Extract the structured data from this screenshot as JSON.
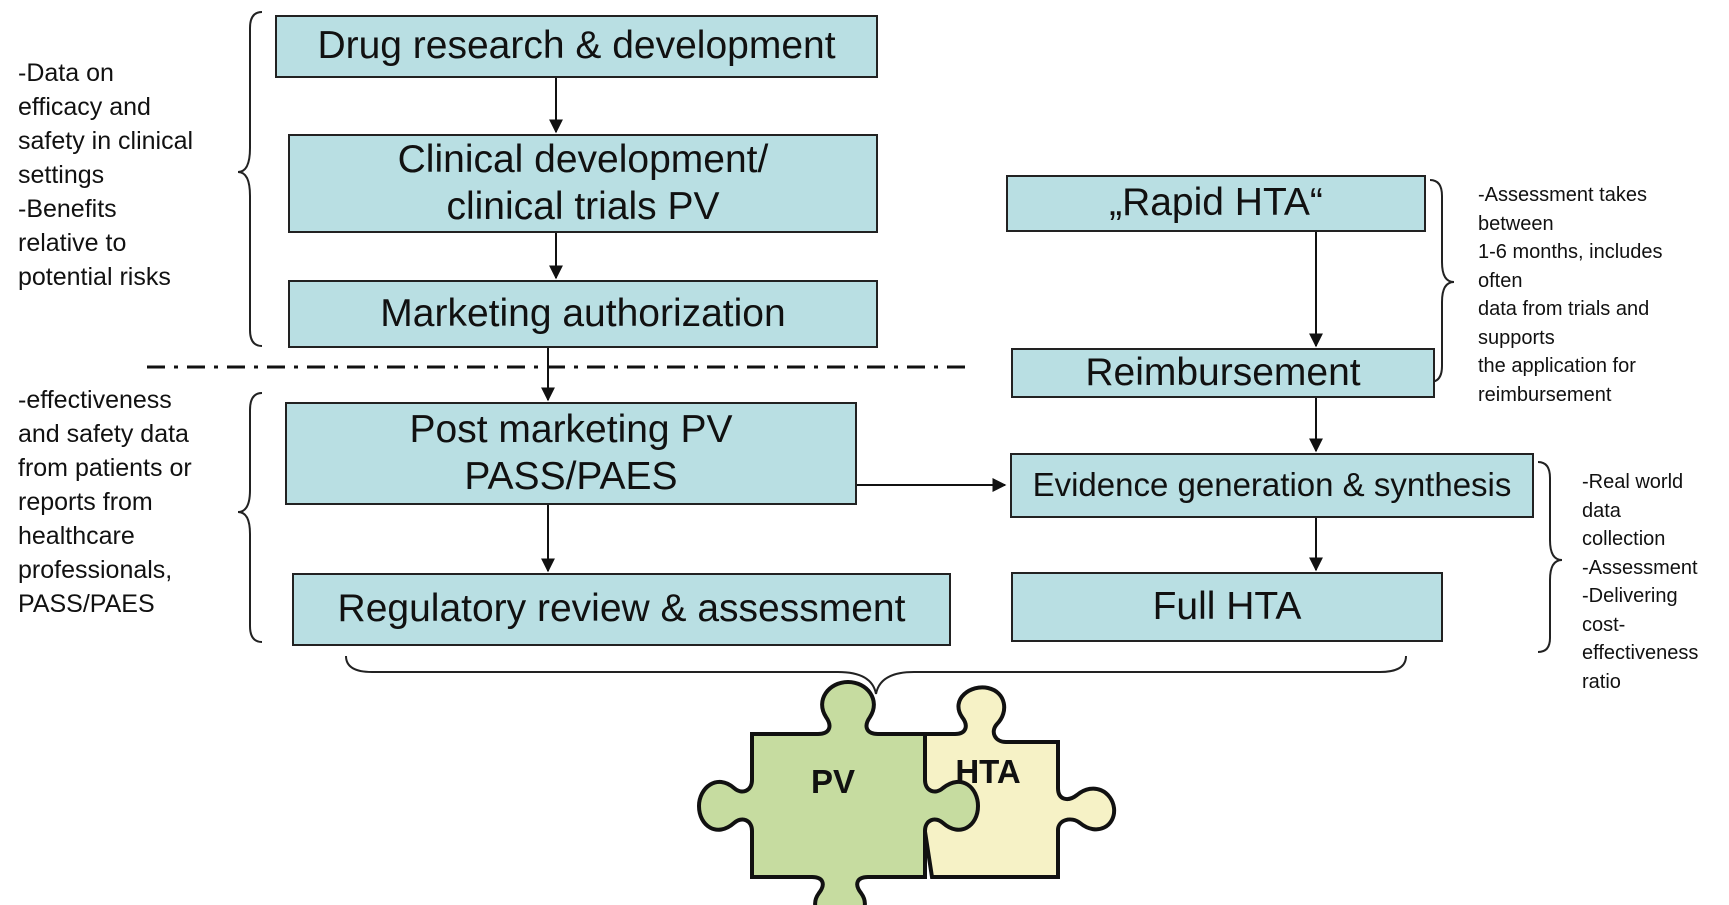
{
  "left_column": {
    "drug_rd": "Drug research & development",
    "clinical_line1": "Clinical development/",
    "clinical_line2": "clinical trials PV",
    "marketing_auth": "Marketing authorization",
    "post_marketing_line1": "Post marketing PV",
    "post_marketing_line2": "PASS/PAES",
    "regulatory_review": "Regulatory review & assessment"
  },
  "right_column": {
    "rapid_hta": "„Rapid HTA“",
    "reimbursement": "Reimbursement",
    "evidence": "Evidence generation & synthesis",
    "full_hta": "Full HTA"
  },
  "notes": {
    "pre_marketing": [
      "-Data on",
      "efficacy and",
      "safety in clinical",
      "settings",
      "-Benefits",
      "relative to",
      "potential risks"
    ],
    "post_marketing": [
      "-effectiveness",
      "and safety data",
      "from patients or",
      "reports from",
      "healthcare",
      "professionals,",
      "PASS/PAES"
    ],
    "rapid_hta": [
      "-Assessment takes",
      "between",
      "1-6 months, includes",
      "often",
      "data from trials and",
      "supports",
      "the application for",
      "reimbursement"
    ],
    "full_hta": [
      "-Real world",
      "data",
      "collection",
      "-Assessment",
      "-Delivering",
      "cost-",
      "effectiveness",
      "ratio"
    ]
  },
  "puzzle": {
    "pv_label": "PV",
    "hta_label": "HTA",
    "pv_color": "#c6dca0",
    "hta_color": "#f6f2c6"
  },
  "colors": {
    "box_fill": "#b9dfe3",
    "box_border": "#222222"
  }
}
